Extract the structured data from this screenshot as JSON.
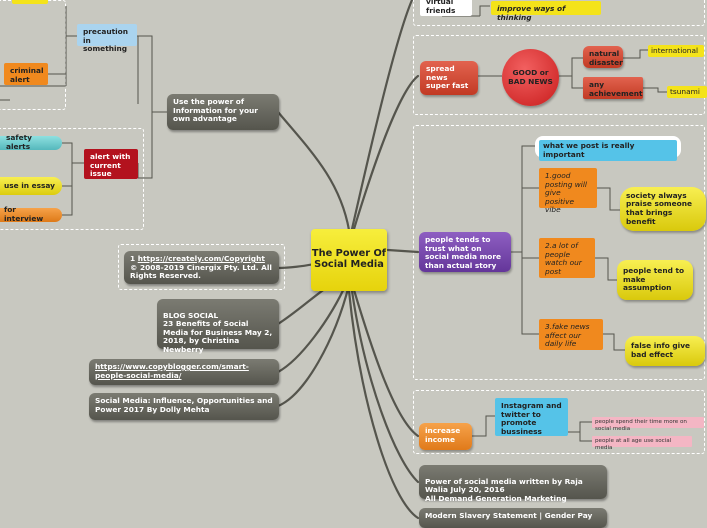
{
  "central": "The Power Of Social Media",
  "left": {
    "use_power": "Use the power of Information for your own advantage",
    "precaution": "precaution in something",
    "criminal_alert": "criminal alert",
    "alert_current_issue": "alert with current issue",
    "safety_alerts": "safety alerts",
    "use_in_essay": "use in essay",
    "for_interview": "for interview",
    "copyright_prefix": "1 ",
    "copyright_link": "https://creately.com/Copyright",
    "copyright_rest": "© 2008-2019 Cinergix Pty.   Ltd. All Rights Reserved.",
    "blog": "BLOG SOCIAL\n 23 Benefits of Social Media for Business May 2, 2018, by Christina Newberry",
    "copyblogger": "https://www.copyblogger.com/smart-people-social-media/",
    "influence": "Social Media: Influence, Opportunities and Power  2017 By Dolly Mehta"
  },
  "right": {
    "virtual_friends": "virtual friends",
    "improve_thinking": "improve ways of thinking",
    "spread_news": "spread news super fast",
    "good_bad": "GOOD or BAD NEWS",
    "natural_disaster": "natural disaster",
    "international": "international",
    "any_achievement": "any achievement",
    "tsunami": "tsunami",
    "trust": "people tends to trust what on social media more than actual story",
    "what_we_post": "what we post is really important",
    "good_posting": "1.good posting will give positive vibe",
    "society": "society always praise someone that brings benefit",
    "lot_people": "2.a lot of people watch our post",
    "assumption": "people tend to make assumption",
    "fake_news": "3.fake news affect our daily life",
    "false_info": "false info give bad effect",
    "increase_income": "increase income",
    "instagram": "Instagram and twitter to promote bussiness",
    "spend_time": "people spend their time more on social media",
    "all_age": "people at all age use social media",
    "raja_walia": "Power of social media written by Raja Walia July 20, 2016\nAll Demand Generation Marketing",
    "modern_slavery": "Modern Slavery Statement | Gender Pay"
  }
}
